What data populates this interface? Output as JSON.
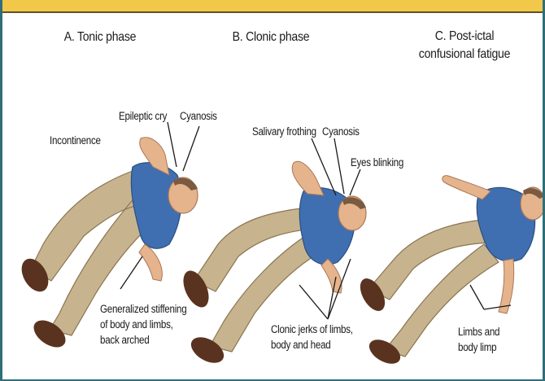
{
  "panels": [
    {
      "heading": "A. Tonic phase",
      "labels": {
        "incontinence": "Incontinence",
        "epileptic_cry": "Epileptic cry",
        "cyanosis": "Cyanosis",
        "stiffening_line1": "Generalized stiffening",
        "stiffening_line2": "of body and limbs,",
        "stiffening_line3": "back arched"
      }
    },
    {
      "heading": "B. Clonic phase",
      "labels": {
        "salivary_frothing": "Salivary frothing",
        "cyanosis": "Cyanosis",
        "eyes_blinking": "Eyes blinking",
        "clonic_line1": "Clonic jerks of limbs,",
        "clonic_line2": "body and head"
      }
    },
    {
      "heading_line1": "C. Post-ictal",
      "heading_line2": "confusional fatigue",
      "labels": {
        "limp_line1": "Limbs and",
        "limp_line2": "body limp"
      }
    }
  ],
  "colors": {
    "top_bar": "#f2c84b",
    "frame_border": "#2f6f78",
    "shirt": "#3f6fb0",
    "trousers": "#c7b48f",
    "skin": "#e5b48c",
    "shoes": "#5a3320"
  }
}
